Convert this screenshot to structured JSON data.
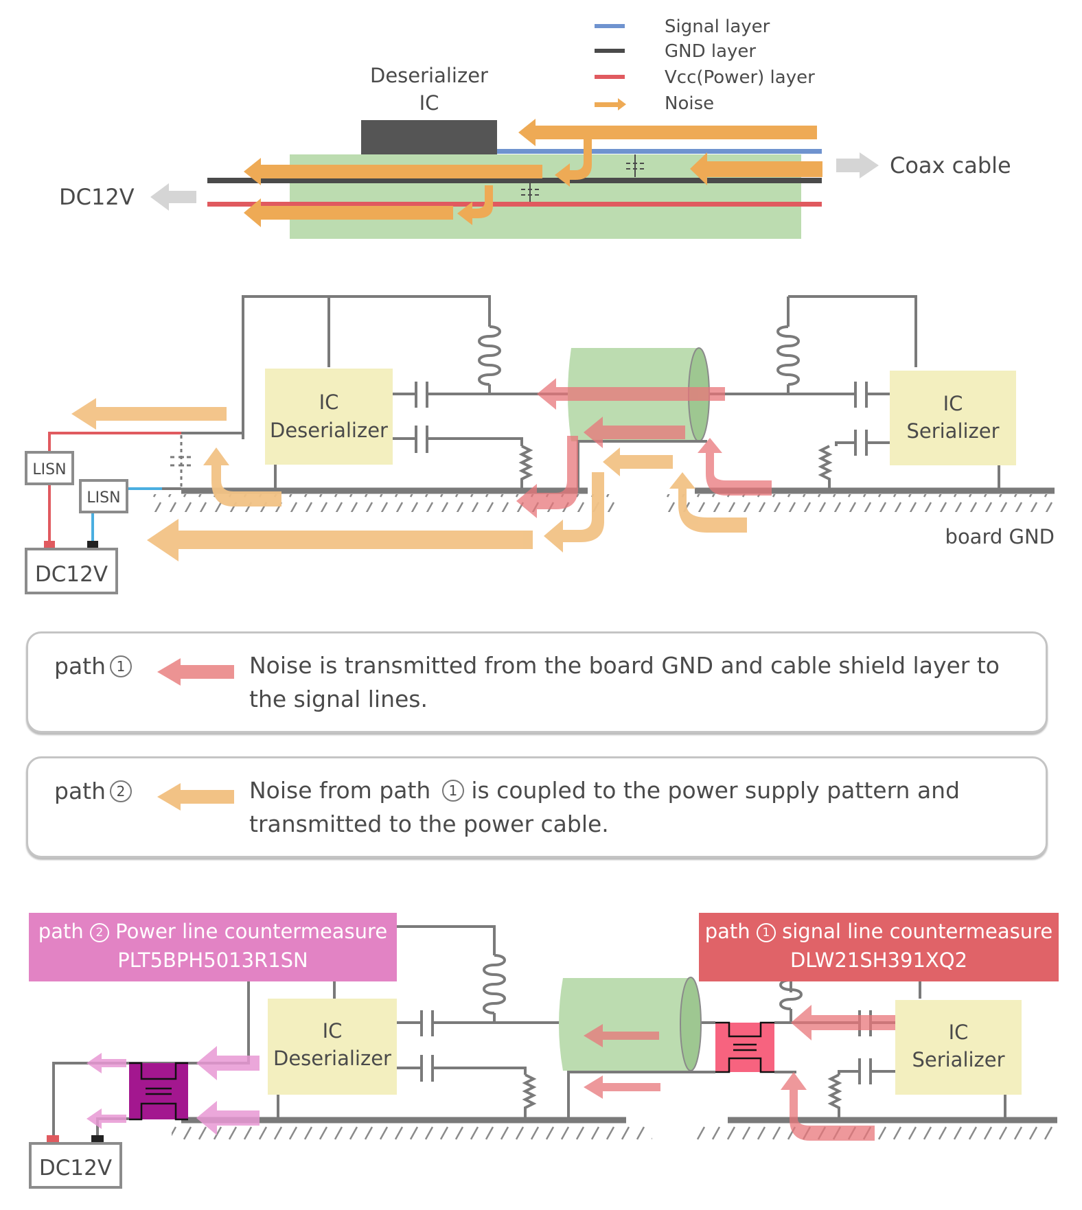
{
  "cross_section": {
    "ic_label_line1": "Deserializer",
    "ic_label_line2": "IC",
    "dc_label": "DC12V",
    "coax_label": "Coax cable",
    "legend": [
      {
        "label": "Signal layer",
        "color": "#6f93cf"
      },
      {
        "label": "GND layer",
        "color": "#4a4a4a"
      },
      {
        "label": "Vcc(Power) layer",
        "color": "#e05a5f"
      },
      {
        "label": "Noise",
        "color": "#eeaa55"
      }
    ]
  },
  "circuit": {
    "ic_left_line1": "IC",
    "ic_left_line2": "Deserializer",
    "ic_right_line1": "IC",
    "ic_right_line2": "Serializer",
    "lisn1": "LISN",
    "lisn2": "LISN",
    "dc_label": "DC12V",
    "board_gnd": "board GND"
  },
  "paths": [
    {
      "label": "path",
      "num": "1",
      "color": "#ec9393",
      "description": "Noise is transmitted from the board GND and cable shield layer to the signal lines."
    },
    {
      "label": "path",
      "num": "2",
      "color": "#f2c285",
      "description_before": "Noise from path ",
      "description_num": "1",
      "description_after": " is coupled to the power supply pattern and transmitted to the power cable."
    }
  ],
  "countermeasure": {
    "power": {
      "prefix": "path",
      "num": "2",
      "title": "Power line countermeasure",
      "part": "PLT5BPH5013R1SN",
      "color": "#e283c4"
    },
    "signal": {
      "prefix": "path",
      "num": "1",
      "title": "signal line countermeasure",
      "part": "DLW21SH391XQ2",
      "color": "#e06368"
    },
    "ic_left_line1": "IC",
    "ic_left_line2": "Deserializer",
    "ic_right_line1": "IC",
    "ic_right_line2": "Serializer",
    "dc_label": "DC12V"
  }
}
